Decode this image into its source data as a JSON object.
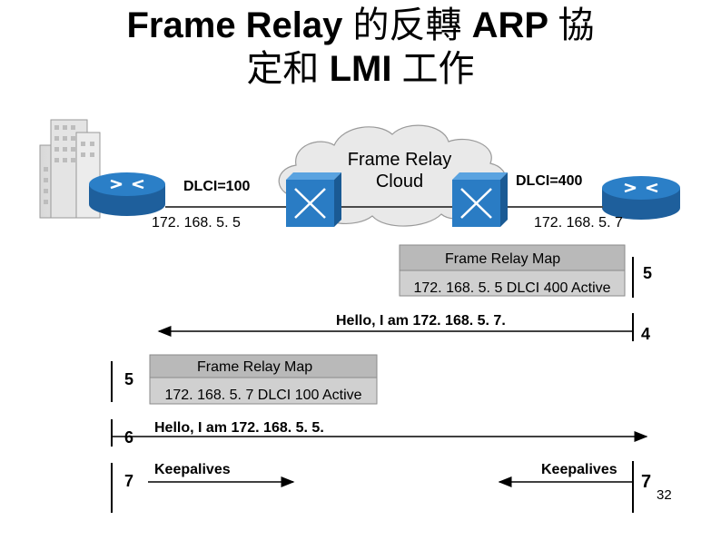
{
  "title": {
    "line1_a": "Frame Relay ",
    "line1_b": "的反轉",
    "line1_c": " ARP ",
    "line1_d": "協",
    "line2_a": "定和 ",
    "line2_b": "LMI",
    "line2_c": " 工作"
  },
  "cloud": {
    "line1": "Frame Relay",
    "line2": "Cloud"
  },
  "left_router": {
    "dlci": "DLCI=100",
    "ip": "172. 168. 5. 5"
  },
  "right_router": {
    "dlci": "DLCI=400",
    "ip": "172. 168. 5. 7"
  },
  "right_map": {
    "title": "Frame Relay Map",
    "entry": "172. 168. 5. 5 DLCI 400 Active",
    "step": "5"
  },
  "hello_right": {
    "text": "Hello, I am 172. 168. 5. 7.",
    "step": "4"
  },
  "left_map": {
    "title": "Frame Relay Map",
    "entry": "172. 168. 5. 7 DLCI 100 Active",
    "step": "5"
  },
  "hello_left": {
    "text": "Hello, I am 172. 168. 5. 5.",
    "step": "6"
  },
  "keepalive_left": {
    "text": "Keepalives",
    "step": "7"
  },
  "keepalive_right": {
    "text": "Keepalives",
    "step": "7"
  },
  "page_number": "32",
  "colors": {
    "router_top": "#2b7fc7",
    "router_side": "#1e5f9c",
    "switch_front": "#2a7cc4",
    "map_box": "#b9b9b9",
    "cloud_fill": "#e9e9e9"
  }
}
